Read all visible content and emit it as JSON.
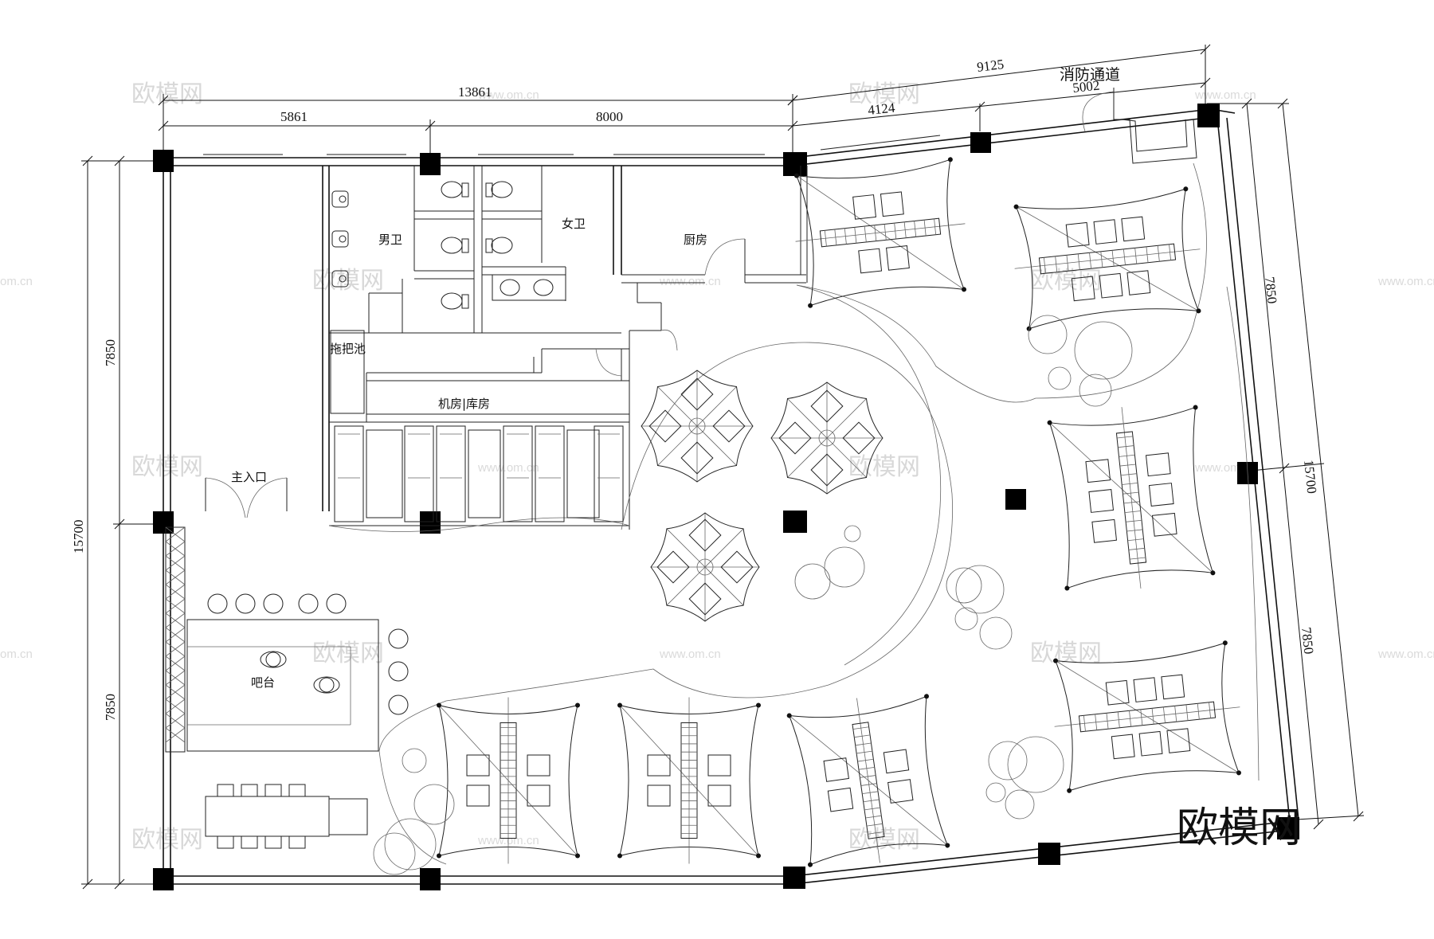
{
  "rooms": {
    "mens_restroom": "男卫",
    "womens_restroom": "女卫",
    "kitchen": "厨房",
    "mop_sink": "拖把池",
    "machine_storage": "机房|库房",
    "main_entrance": "主入口",
    "bar": "吧台",
    "fire_passage": "消防通道"
  },
  "dimensions": {
    "top_total": "13861",
    "top_left": "5861",
    "top_right": "8000",
    "slanted_total": "9125",
    "slanted_left": "4124",
    "slanted_right": "5002",
    "left_total": "15700",
    "left_upper": "7850",
    "left_lower": "7850",
    "right_total": "15700",
    "right_upper": "7850",
    "right_lower": "7850"
  },
  "watermark": {
    "brand": "欧模网",
    "site": "www.om.cn",
    "site_short": "om.cn"
  }
}
